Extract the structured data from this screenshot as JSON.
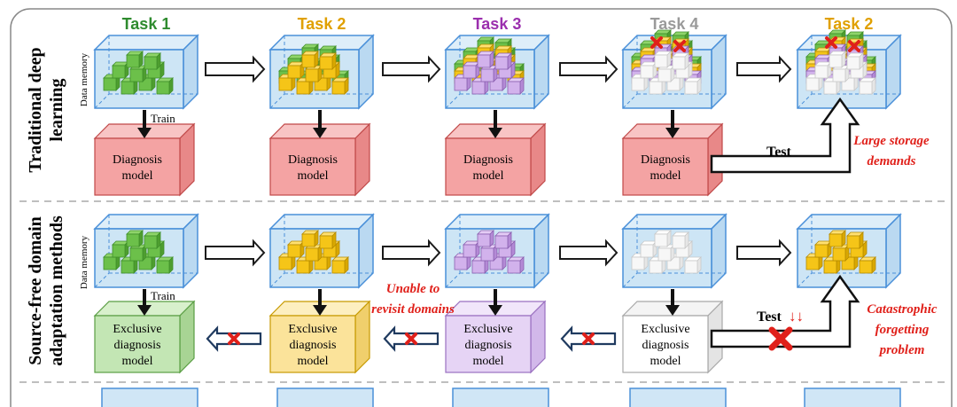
{
  "tasks": [
    {
      "label": "Task 1",
      "color": "#2e8b2e"
    },
    {
      "label": "Task 2",
      "color": "#e0a000"
    },
    {
      "label": "Task 3",
      "color": "#9b2fae"
    },
    {
      "label": "Task 4",
      "color": "#9a9a9a"
    },
    {
      "label": "Task 2",
      "color": "#e0a000"
    }
  ],
  "rows": [
    {
      "title_line1": "Traditional deep",
      "title_line2": "learning",
      "memory_label": "Data memory",
      "train_label": "Train",
      "models": [
        "Diagnosis model",
        "Diagnosis model",
        "Diagnosis model",
        "Diagnosis model"
      ],
      "model_line1": "Diagnosis",
      "model_line2": "model",
      "test_label": "Test",
      "note_line1": "Large storage",
      "note_line2": "demands"
    },
    {
      "title_line1": "Source-free domain",
      "title_line2": "adaptation methods",
      "memory_label": "Data memory",
      "train_label": "Train",
      "model_line1": "Exclusive",
      "model_line2": "diagnosis",
      "model_line3": "model",
      "test_label": "Test",
      "test_arrows": "↓↓",
      "revisit_line1": "Unable to",
      "revisit_line2": "revisit domains",
      "note_line1": "Catastrophic",
      "note_line2": "forgetting",
      "note_line3": "problem"
    }
  ],
  "colors": {
    "green": "#6cc04a",
    "yellow": "#f5c518",
    "purple": "#c9a0e8",
    "white_box": "#f2f2f2",
    "memory_fill": "#bcdcf2",
    "memory_edge": "#4a90d9",
    "model_red": "#f4a3a3",
    "model_green": "#c3e6b4",
    "model_yellow": "#fbe39a",
    "model_purple": "#e6d4f5",
    "model_white": "#ffffff",
    "note_red": "#e0201a",
    "arrow_dark": "#1f3a5f"
  }
}
